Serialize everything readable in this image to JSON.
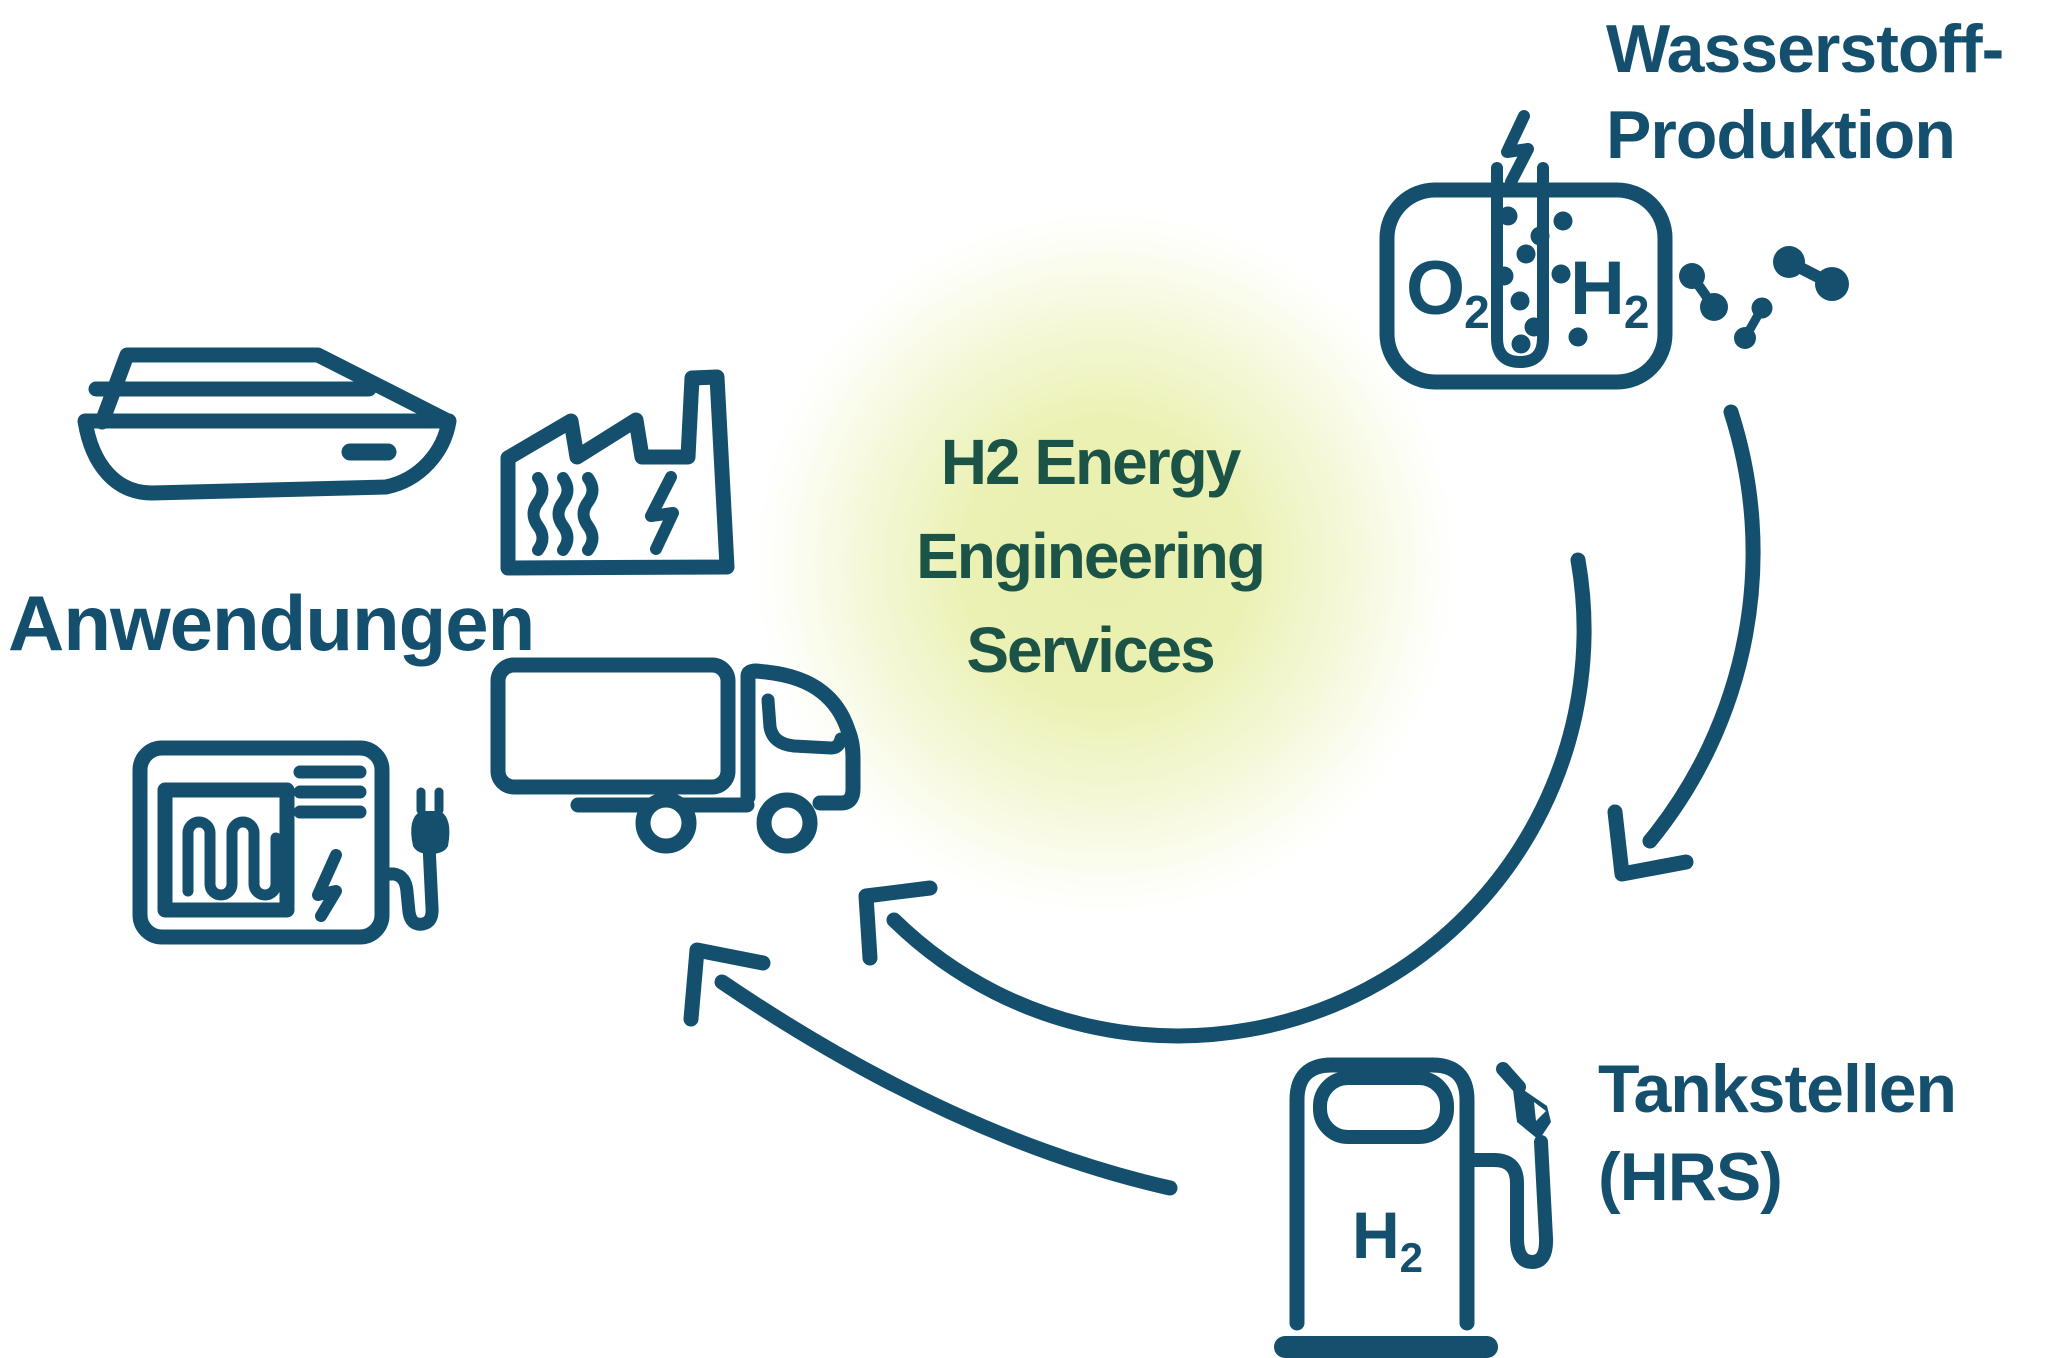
{
  "colors": {
    "primary_blue": "#14506E",
    "accent_green": "#1C5347",
    "glow_green": "#E7EEA8",
    "background": "#FFFFFF"
  },
  "center_badge": {
    "line1": "H2 Energy",
    "line2": "Engineering",
    "line3": "Services"
  },
  "production": {
    "label_line1": "Wasserstoff-",
    "label_line2": "Produktion",
    "electrolyzer": {
      "oxygen_symbol": "O",
      "oxygen_subscript": "2",
      "hydrogen_symbol": "H",
      "hydrogen_subscript": "2"
    }
  },
  "refueling": {
    "label_line1": "Tankstellen",
    "label_line2": "(HRS)",
    "pump": {
      "hydrogen_symbol": "H",
      "hydrogen_subscript": "2"
    }
  },
  "applications": {
    "label": "Anwendungen"
  },
  "icons": [
    "electrolyzer-icon",
    "lightning-bolt-icon",
    "hydrogen-molecules-icon",
    "ship-icon",
    "factory-icon",
    "heat-waves-icon",
    "truck-icon",
    "heater-generator-icon",
    "power-plug-icon",
    "fuel-pump-icon",
    "pump-nozzle-icon",
    "flow-arrow-icon"
  ]
}
